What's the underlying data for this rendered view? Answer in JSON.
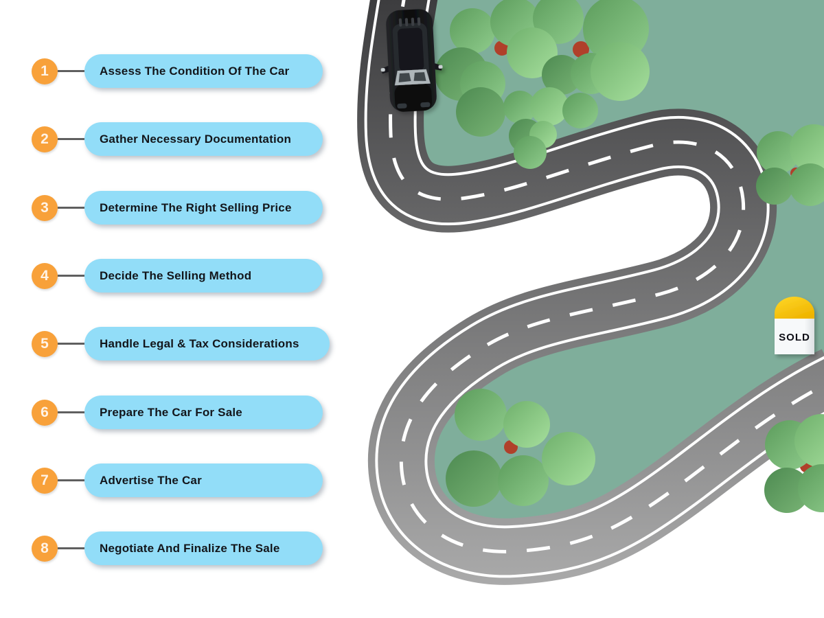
{
  "steps": {
    "items": [
      {
        "number": "1",
        "label": "Assess The Condition Of The Car"
      },
      {
        "number": "2",
        "label": "Gather Necessary Documentation"
      },
      {
        "number": "3",
        "label": "Determine The Right Selling Price"
      },
      {
        "number": "4",
        "label": "Decide The Selling Method"
      },
      {
        "number": "5",
        "label": "Handle Legal & Tax Considerations"
      },
      {
        "number": "6",
        "label": "Prepare The Car For Sale"
      },
      {
        "number": "7",
        "label": "Advertise The Car"
      },
      {
        "number": "8",
        "label": "Negotiate And Finalize The Sale"
      }
    ]
  },
  "illustration": {
    "milestone_label": "SOLD",
    "elements": [
      "grass-field",
      "winding-road",
      "lane-markings",
      "tree-clusters",
      "black-car-top-view",
      "sold-milestone-marker"
    ]
  },
  "colors": {
    "orange": "#F8A13A",
    "number_white": "#FFF3E6",
    "pill_blue": "#92DDF8",
    "pill_text": "#13161B",
    "connector": "#5F5F5F",
    "grass": "#7FAE9B",
    "road_dark": "#3A3A3C",
    "road_light": "#B0B0B0",
    "lane_white": "#FFFFFF",
    "trunk_red": "#B0402A",
    "gold_light": "#FFD829",
    "gold_deep": "#EFB400",
    "post_light": "#F7F9FA",
    "post_shade": "#DCE0E2",
    "car_dark": "#0B0C0D",
    "glass_gray": "#AEB6BA"
  }
}
